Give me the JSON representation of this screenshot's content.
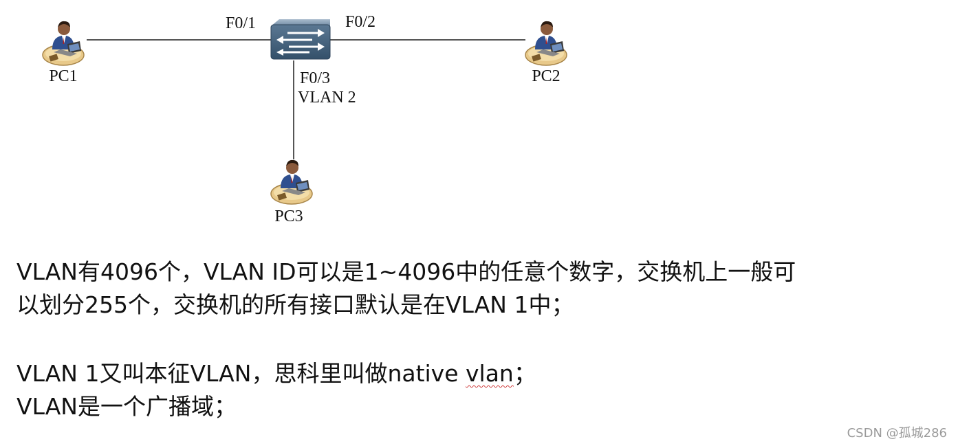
{
  "diagram": {
    "nodes": {
      "pc1": {
        "label": "PC1",
        "icon": "user-at-computer-icon"
      },
      "pc2": {
        "label": "PC2",
        "icon": "user-at-computer-icon"
      },
      "pc3": {
        "label": "PC3",
        "icon": "user-at-computer-icon"
      },
      "switch": {
        "label": "",
        "icon": "network-switch-icon"
      }
    },
    "ports": {
      "f01": "F0/1",
      "f02": "F0/2",
      "f03": "F0/3",
      "f03_vlan": "VLAN 2"
    }
  },
  "notes": {
    "line1": "VLAN有4096个，VLAN ID可以是1~4096中的任意个数字，交换机上一般可",
    "line2": "以划分255个，交换机的所有接口默认是在VLAN 1中；",
    "line3_pre": "VLAN 1又叫本征VLAN，思科里叫做native ",
    "line3_word": "vlan",
    "line3_post": "；",
    "line4": "VLAN是一个广播域；"
  },
  "watermark": "CSDN @孤城286",
  "colors": {
    "switch_body": "#4a6a86",
    "switch_arrow": "#ffffff",
    "link": "#555555",
    "shirt": "#2f4f8f",
    "skin": "#8a5a3c",
    "desk": "#e8c98a",
    "watermark": "#9a9a9a",
    "spellcheck": "#d04040"
  }
}
